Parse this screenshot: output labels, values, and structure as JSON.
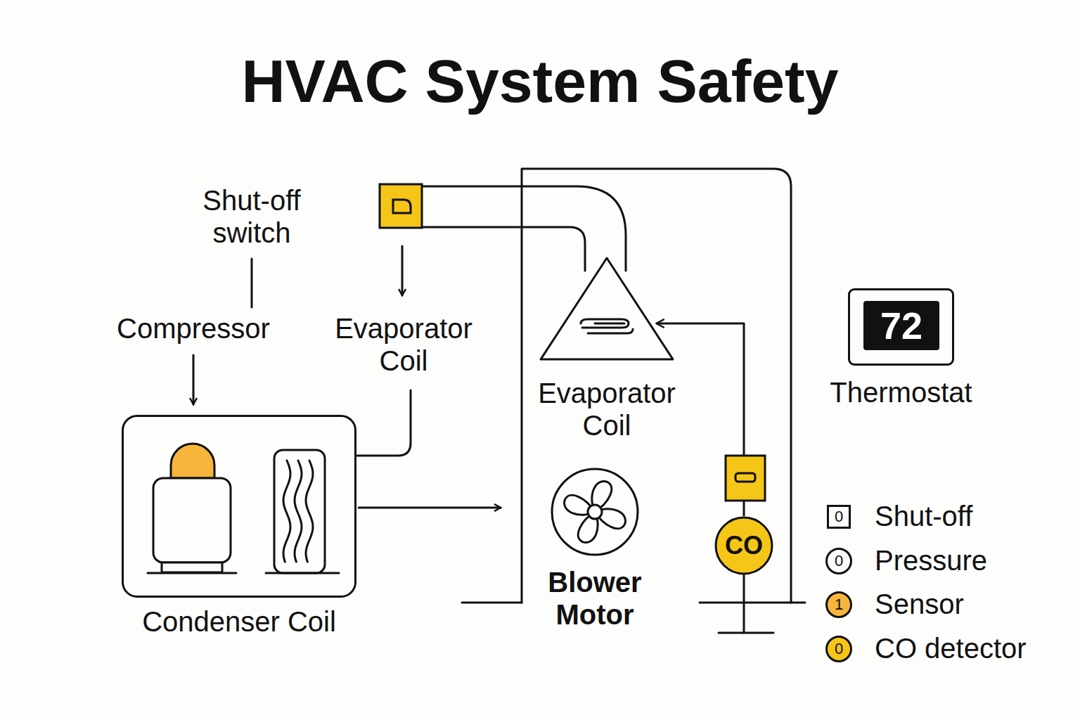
{
  "diagram": {
    "title": "HVAC System Safety",
    "nodes": [
      {
        "text": [
          "Condenser Coil"
        ]
      },
      {
        "text": [
          "Evaporator Coil"
        ]
      },
      {
        "text": [
          "Blower Motor"
        ]
      },
      {
        "text": [
          "72",
          "Thermostat"
        ]
      },
      {
        "text": [
          "CO"
        ]
      }
    ],
    "edges": [
      {
        "from": 4,
        "to": 1,
        "arrow": "to"
      }
    ],
    "labels": [
      "Shut-off switch",
      "Compressor",
      "Evaporator Coil",
      "0",
      "0",
      "1",
      "0"
    ],
    "legend": [
      {
        "text": "Shut-off"
      },
      {
        "text": "Pressure"
      },
      {
        "text": "Sensor",
        "color": "#f7b53b"
      },
      {
        "text": "CO detector",
        "color": "#f5c518"
      }
    ]
  }
}
